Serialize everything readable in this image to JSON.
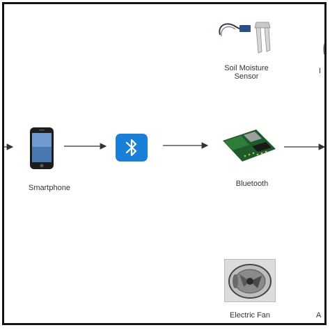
{
  "diagram": {
    "nodes": {
      "smartphone": {
        "label": "Smartphone",
        "icon": "smartphone-icon"
      },
      "bluetooth_symbol": {
        "icon": "bluetooth-icon",
        "color": "#1a7fd6"
      },
      "bluetooth_module": {
        "label": "Bluetooth",
        "icon": "bluetooth-module-icon"
      },
      "soil_sensor": {
        "label_line1": "Soil Moisture",
        "label_line2": "Sensor",
        "icon": "soil-moisture-sensor-icon"
      },
      "electric_fan": {
        "label": "Electric Fan",
        "icon": "electric-fan-icon"
      },
      "cut_right_bottom": {
        "label": "A"
      },
      "cut_right_top": {
        "label": "I"
      }
    },
    "border_color": "#141414",
    "arrow_color": "#333333"
  }
}
